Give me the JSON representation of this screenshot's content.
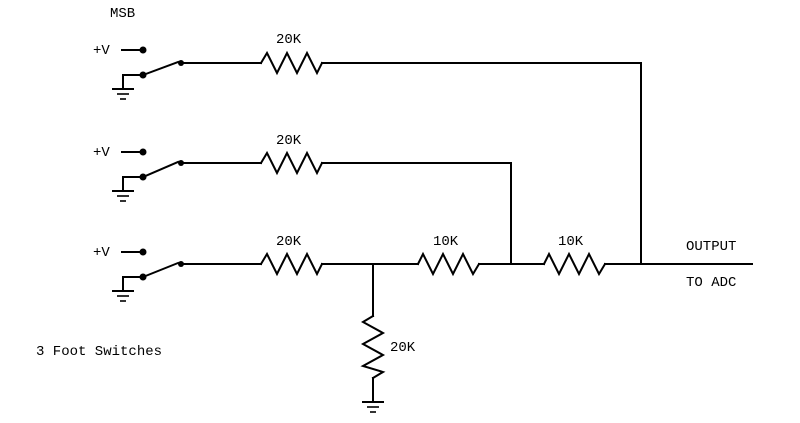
{
  "title": "MSB",
  "caption": "3 Foot Switches",
  "output": {
    "label_top": "OUTPUT",
    "label_bottom": "TO ADC"
  },
  "switches": [
    {
      "supply_label": "+V",
      "resistor_label": "20K"
    },
    {
      "supply_label": "+V",
      "resistor_label": "20K"
    },
    {
      "supply_label": "+V",
      "resistor_label": "20K"
    }
  ],
  "ladder": {
    "rung_resistor_label": "10K",
    "output_resistor_label": "10K",
    "shunt_resistor_label": "20K"
  },
  "colors": {
    "ink": "#000000",
    "background": "#ffffff"
  }
}
